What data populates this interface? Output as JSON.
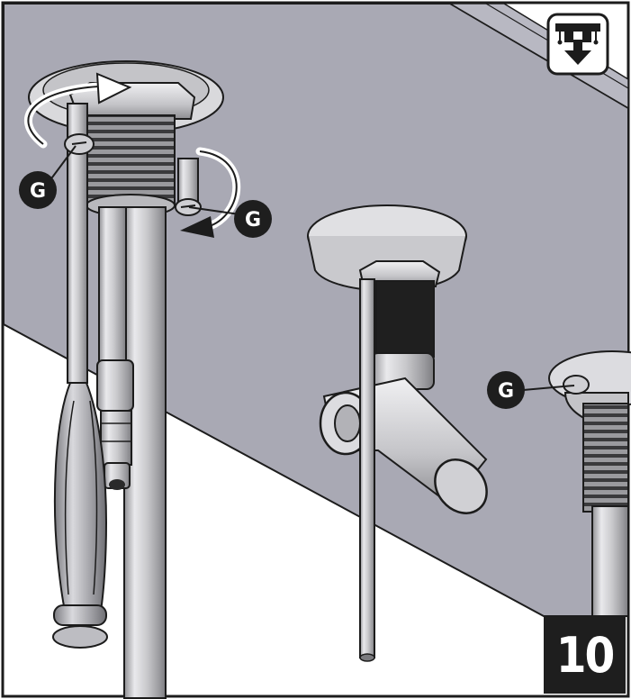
{
  "diagram": {
    "step_number": "10",
    "callouts": [
      "G",
      "G",
      "G"
    ],
    "icon": "under-counter-install-icon",
    "colors": {
      "counter": "#a9a9b4",
      "counter_dark": "#8f8f9c",
      "metal": "#d6d6d8",
      "metal_dark": "#8a8a8e",
      "outline": "#1c1c1c",
      "badge": "#1e1e1e"
    }
  }
}
